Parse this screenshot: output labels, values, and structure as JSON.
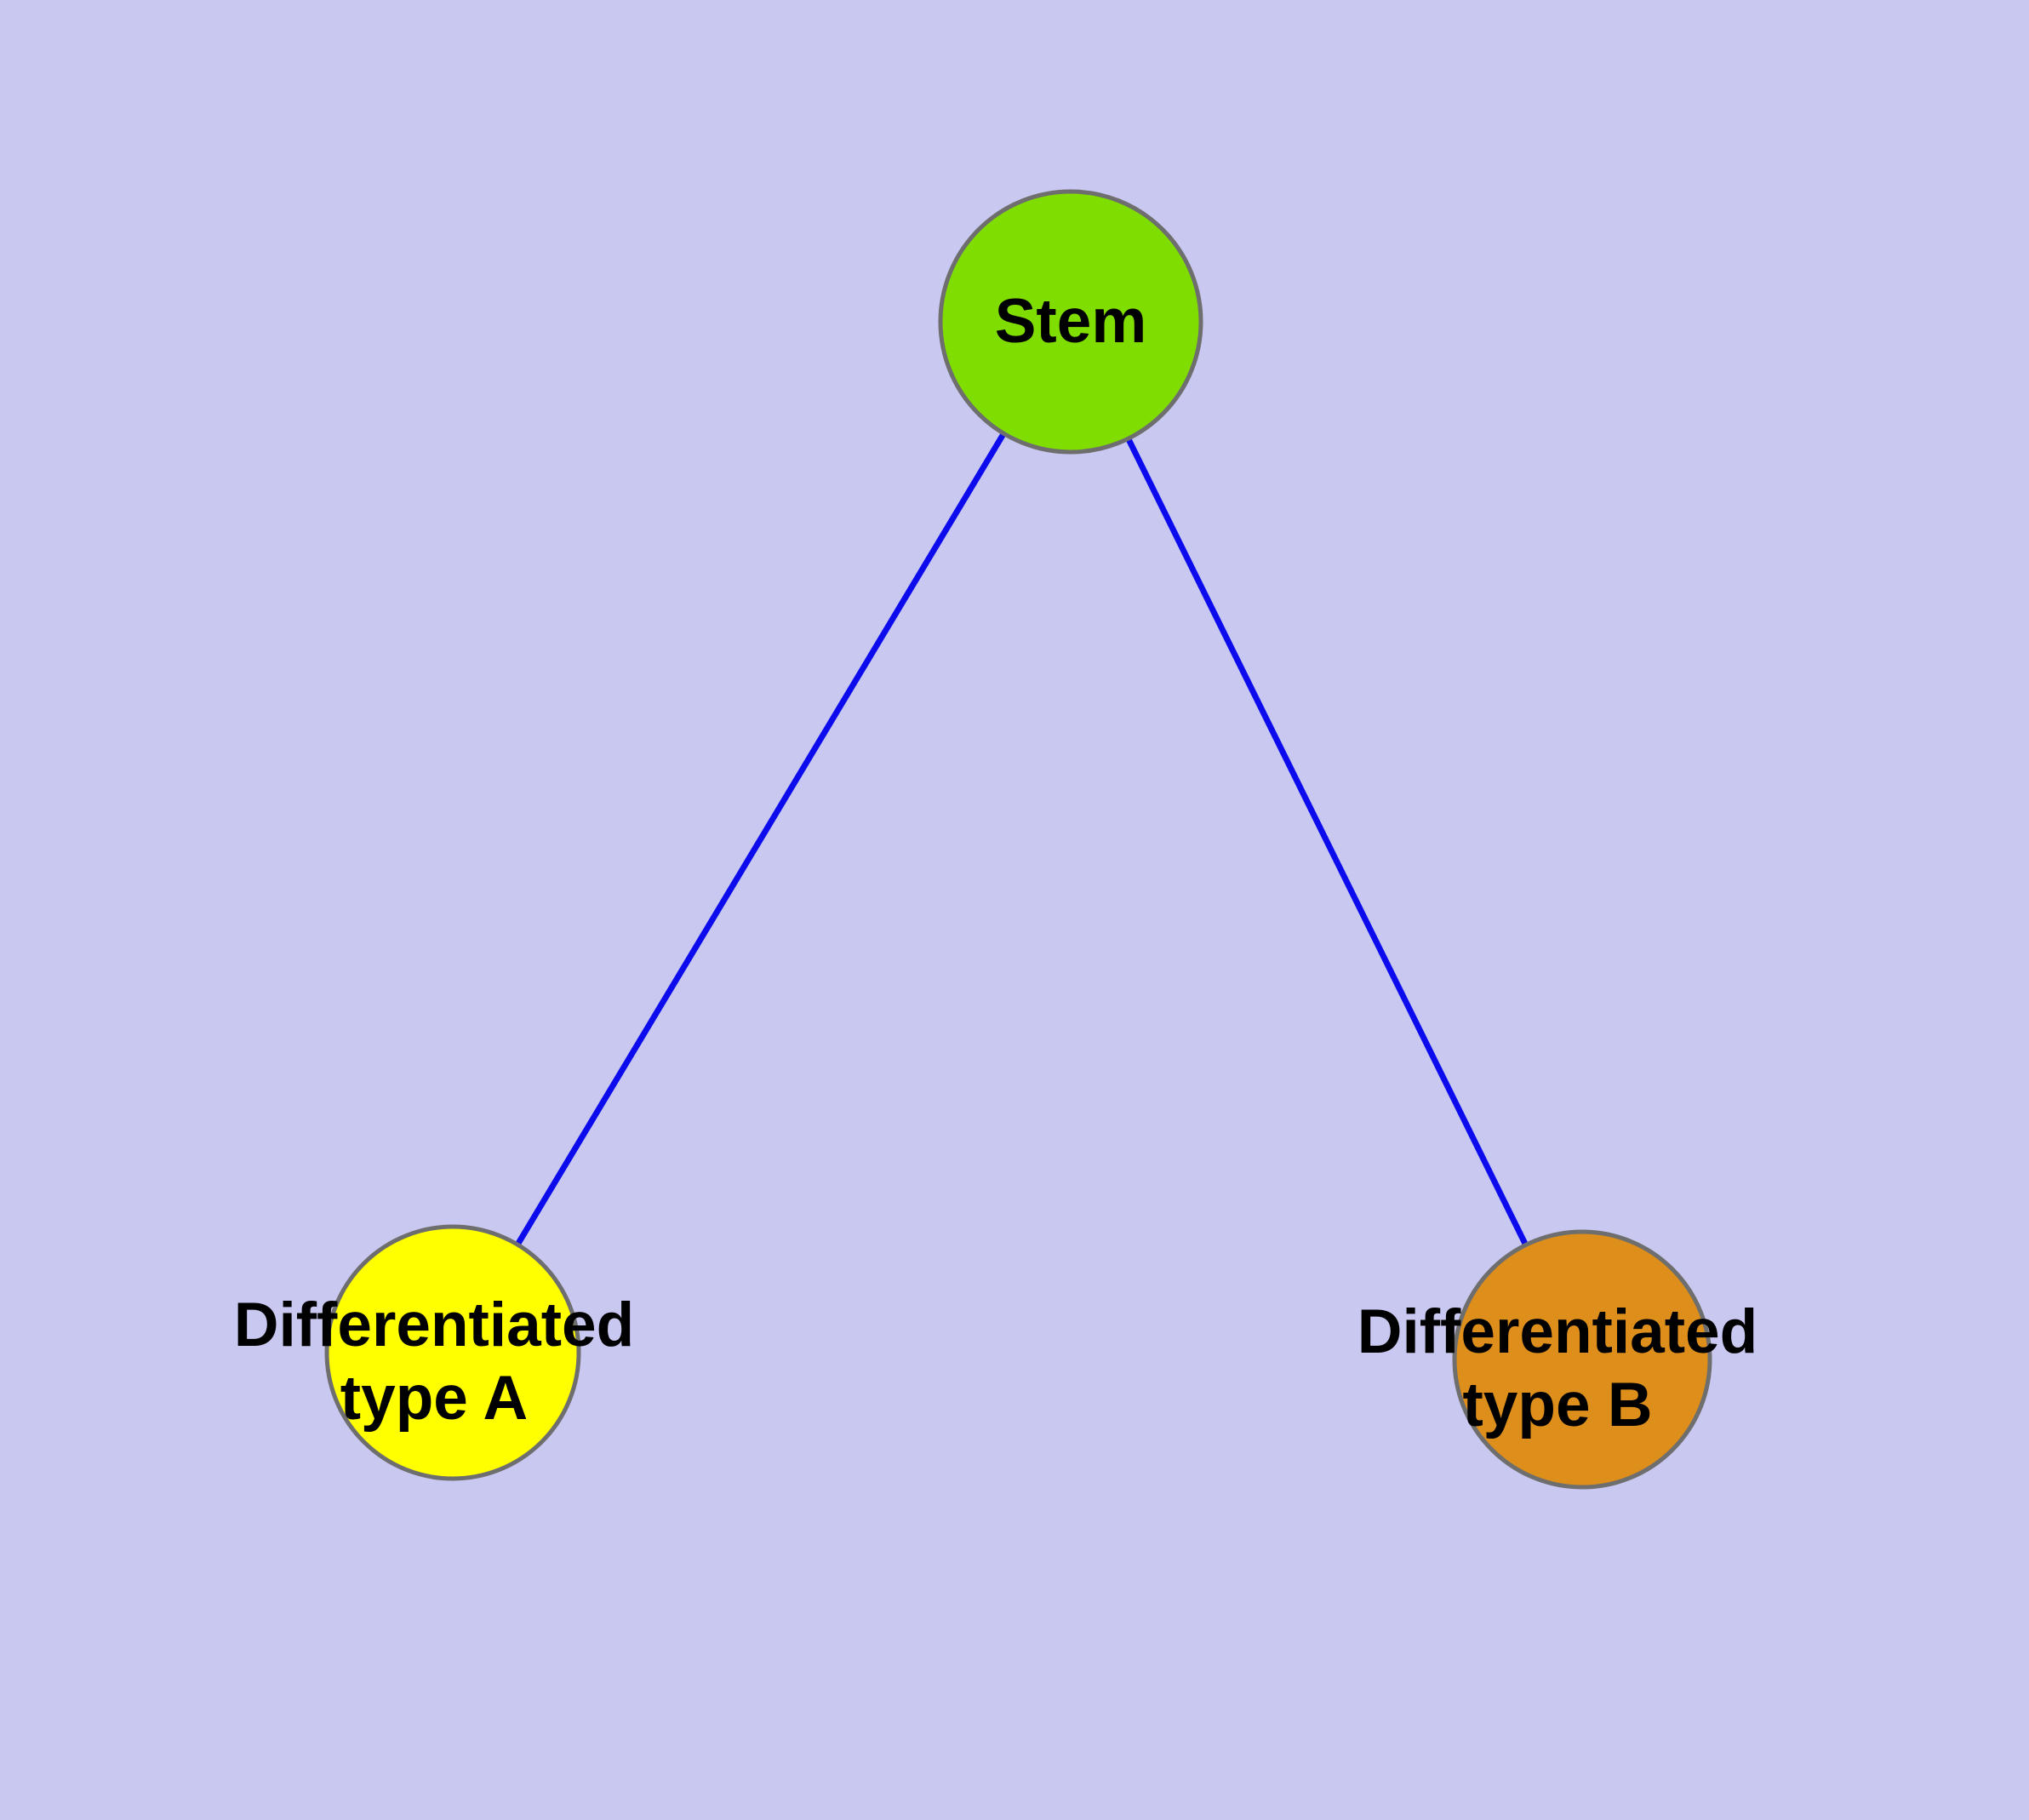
{
  "diagram": {
    "background_color": "#c8c8f0",
    "edge_color": "#0b0bee",
    "node_stroke_color": "#6e6e6e",
    "nodes": [
      {
        "id": "stem",
        "label": "Stem",
        "fill": "#7fdd00",
        "shape": "circle"
      },
      {
        "id": "differentiated-type-a",
        "label": "Differentiated\ntype A",
        "fill": "#ffff00",
        "shape": "circle"
      },
      {
        "id": "differentiated-type-b",
        "label": "Differentiated\ntype B",
        "fill": "#dd8e1b",
        "shape": "circle"
      }
    ],
    "edges": [
      {
        "from": "stem",
        "to": "differentiated-type-a"
      },
      {
        "from": "stem",
        "to": "differentiated-type-b"
      }
    ]
  }
}
